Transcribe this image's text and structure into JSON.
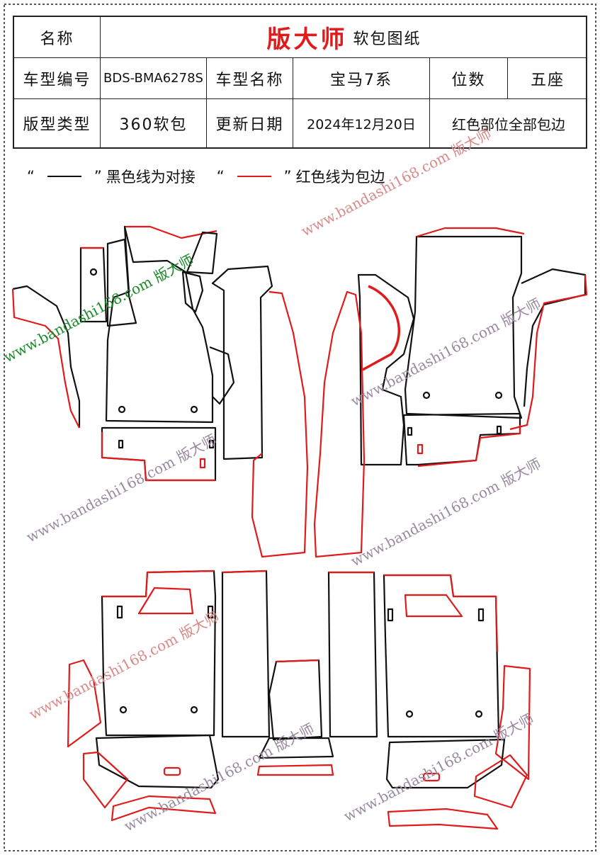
{
  "header": {
    "name_label": "名称",
    "brand": "版大师",
    "doc_title": "软包图纸",
    "model_code_label": "车型编号",
    "model_code": "BDS-BMA6278S",
    "model_name_label": "车型名称",
    "model_name": "宝马7系",
    "seats_label": "位数",
    "seats": "五座",
    "type_label": "版型类型",
    "type": "360软包",
    "update_label": "更新日期",
    "update_date": "2024年12月20日",
    "note": "红色部位全部包边"
  },
  "legend": {
    "open_quote": "“",
    "close_quote": "”",
    "black_desc": "黑色线为对接",
    "red_desc": "红色线为包边"
  },
  "watermark": {
    "text": "www.bandashi168.com 版大师"
  },
  "colors": {
    "black_line": "#111111",
    "red_line": "#e01b1b"
  }
}
